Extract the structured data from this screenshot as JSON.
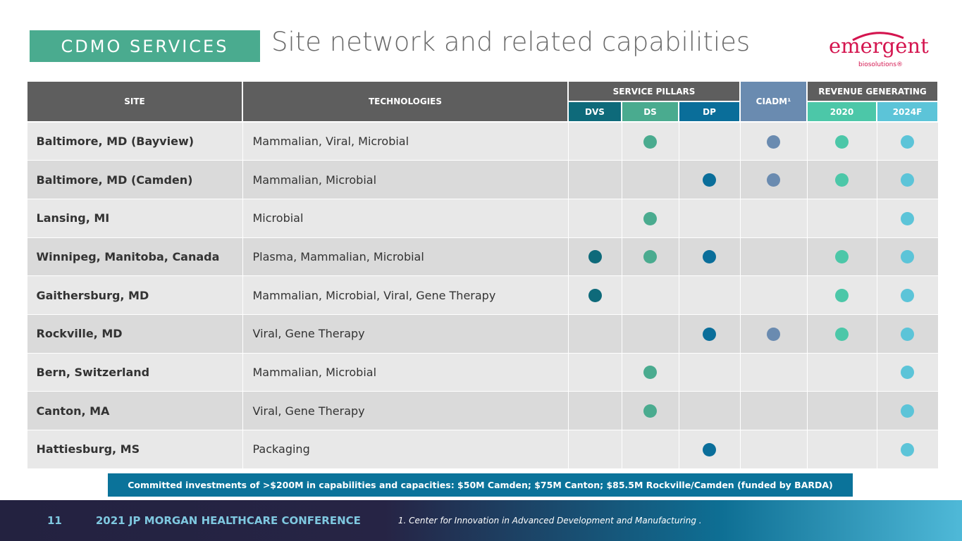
{
  "header": {
    "tag": "CDMO SERVICES",
    "title": "Site network and related capabilities",
    "logo": {
      "word": "emergent",
      "sub": "biosolutions®"
    }
  },
  "table": {
    "headers": {
      "site": "SITE",
      "technologies": "TECHNOLOGIES",
      "service_pillars": "SERVICE PILLARS",
      "ciadm": "CIADM¹",
      "revenue": "REVENUE GENERATING",
      "dvs": "DVS",
      "ds": "DS",
      "dp": "DP",
      "y2020": "2020",
      "y2024": "2024F"
    },
    "colors": {
      "dvs": "#0e6a7a",
      "ds": "#4aab8f",
      "dp": "#0a6e9a",
      "ciadm": "#6a8bb0",
      "y2020": "#4cc7a8",
      "y2024": "#5cc4d8"
    },
    "columns": [
      "dvs",
      "ds",
      "dp",
      "ciadm",
      "y2020",
      "y2024"
    ],
    "rows": [
      {
        "site": "Baltimore, MD (Bayview)",
        "tech": "Mammalian, Viral, Microbial",
        "marks": [
          0,
          1,
          0,
          1,
          1,
          1
        ]
      },
      {
        "site": "Baltimore, MD (Camden)",
        "tech": "Mammalian, Microbial",
        "marks": [
          0,
          0,
          1,
          1,
          1,
          1
        ]
      },
      {
        "site": "Lansing, MI",
        "tech": "Microbial",
        "marks": [
          0,
          1,
          0,
          0,
          0,
          1
        ]
      },
      {
        "site": "Winnipeg, Manitoba, Canada",
        "tech": "Plasma, Mammalian, Microbial",
        "marks": [
          1,
          1,
          1,
          0,
          1,
          1
        ]
      },
      {
        "site": "Gaithersburg, MD",
        "tech": "Mammalian, Microbial, Viral, Gene Therapy",
        "marks": [
          1,
          0,
          0,
          0,
          1,
          1
        ]
      },
      {
        "site": "Rockville, MD",
        "tech": "Viral, Gene Therapy",
        "marks": [
          0,
          0,
          1,
          1,
          1,
          1
        ]
      },
      {
        "site": "Bern, Switzerland",
        "tech": "Mammalian, Microbial",
        "marks": [
          0,
          1,
          0,
          0,
          0,
          1
        ]
      },
      {
        "site": "Canton, MA",
        "tech": "Viral, Gene Therapy",
        "marks": [
          0,
          1,
          0,
          0,
          0,
          1
        ]
      },
      {
        "site": "Hattiesburg, MS",
        "tech": "Packaging",
        "marks": [
          0,
          0,
          1,
          0,
          0,
          1
        ]
      }
    ]
  },
  "banner": "Committed investments of >$200M in capabilities and capacities: $50M Camden; $75M Canton; $85.5M Rockville/Camden (funded by BARDA)",
  "footer": {
    "page": "11",
    "conference": "2021 JP MORGAN HEALTHCARE CONFERENCE",
    "footnote": "1.  Center for Innovation in Advanced Development and Manufacturing ."
  }
}
